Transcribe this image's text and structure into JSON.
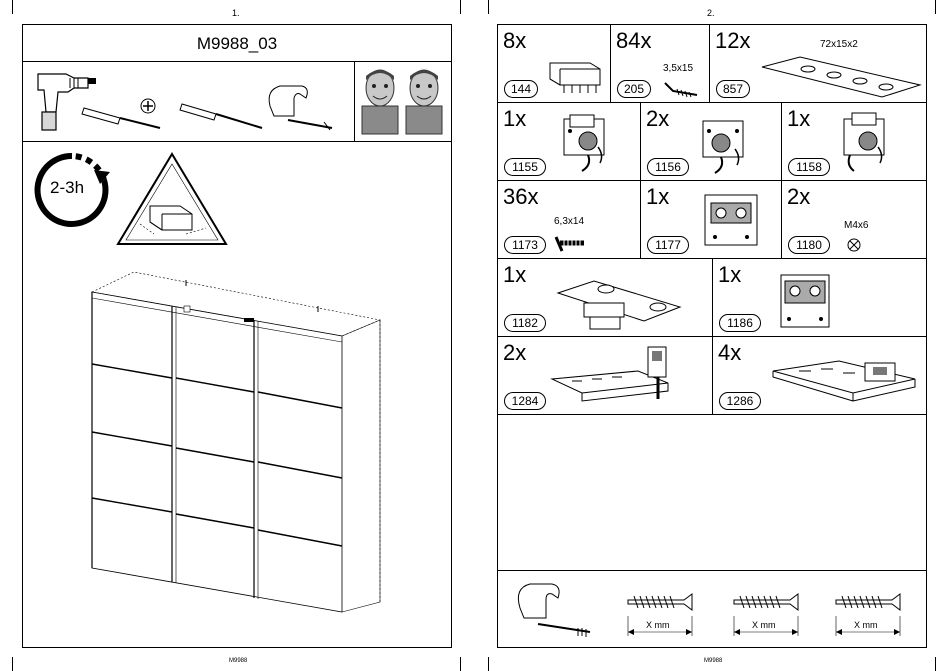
{
  "page_left": {
    "page_number": "1.",
    "model_title": "M9988_03",
    "time_estimate": "2-3h",
    "footer": "M9988",
    "icons": [
      "power-drill-icon",
      "phillips-screwdriver-icon",
      "flathead-screwdriver-icon",
      "hammer-screw-icon",
      "assembler-person-icon",
      "assembler-person-icon",
      "rotation-clock-icon",
      "warning-triangle-icon",
      "wardrobe-illustration"
    ]
  },
  "page_right": {
    "page_number": "2.",
    "footer": "M9988",
    "parts": [
      {
        "qty": "8x",
        "code": "144",
        "spec": ""
      },
      {
        "qty": "84x",
        "code": "205",
        "spec": "3,5x15"
      },
      {
        "qty": "12x",
        "code": "857",
        "spec": "72x15x2"
      },
      {
        "qty": "1x",
        "code": "1155",
        "spec": ""
      },
      {
        "qty": "2x",
        "code": "1156",
        "spec": ""
      },
      {
        "qty": "1x",
        "code": "1158",
        "spec": ""
      },
      {
        "qty": "36x",
        "code": "1173",
        "spec": "6,3x14"
      },
      {
        "qty": "1x",
        "code": "1177",
        "spec": ""
      },
      {
        "qty": "2x",
        "code": "1180",
        "spec": "M4x6"
      },
      {
        "qty": "1x",
        "code": "1182",
        "spec": ""
      },
      {
        "qty": "1x",
        "code": "1186",
        "spec": ""
      },
      {
        "qty": "2x",
        "code": "1284",
        "spec": ""
      },
      {
        "qty": "4x",
        "code": "1286",
        "spec": ""
      }
    ],
    "screw_length_labels": [
      "X mm",
      "X mm",
      "X mm"
    ]
  }
}
